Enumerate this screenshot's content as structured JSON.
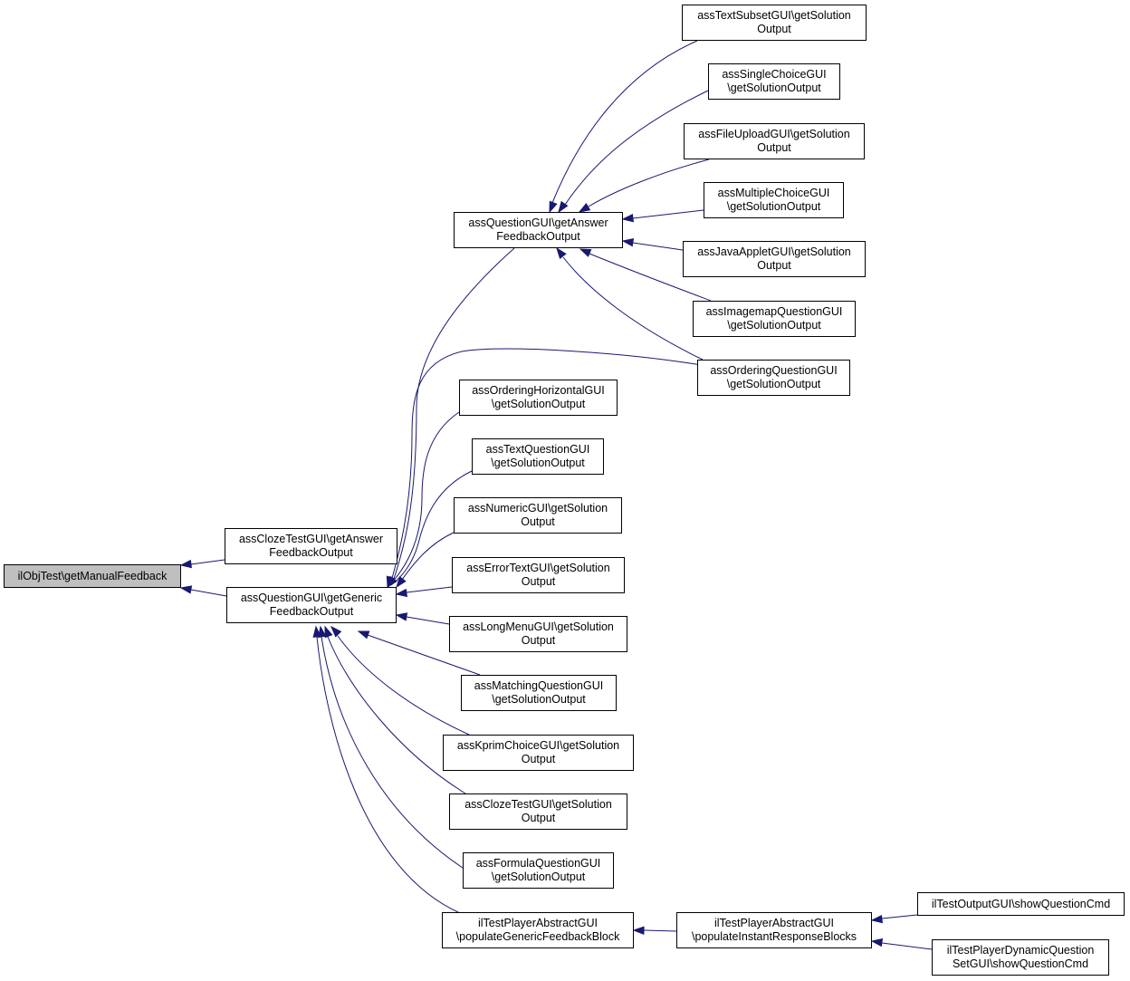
{
  "colors": {
    "edge": "#191970",
    "focus_fill": "#bfbfbf",
    "border": "#000000"
  },
  "nodes": {
    "root": {
      "lines": [
        "ilObjTest\\getManualFeedback"
      ]
    },
    "cloze_answer": {
      "lines": [
        "assClozeTestGUI\\getAnswer",
        "FeedbackOutput"
      ]
    },
    "generic": {
      "lines": [
        "assQuestionGUI\\getGeneric",
        "FeedbackOutput"
      ]
    },
    "answer": {
      "lines": [
        "assQuestionGUI\\getAnswer",
        "FeedbackOutput"
      ]
    },
    "text_subset": {
      "lines": [
        "assTextSubsetGUI\\getSolution",
        "Output"
      ]
    },
    "single_choice": {
      "lines": [
        "assSingleChoiceGUI",
        "\\getSolutionOutput"
      ]
    },
    "file_upload": {
      "lines": [
        "assFileUploadGUI\\getSolution",
        "Output"
      ]
    },
    "multiple_choice": {
      "lines": [
        "assMultipleChoiceGUI",
        "\\getSolutionOutput"
      ]
    },
    "java_applet": {
      "lines": [
        "assJavaAppletGUI\\getSolution",
        "Output"
      ]
    },
    "imagemap": {
      "lines": [
        "assImagemapQuestionGUI",
        "\\getSolutionOutput"
      ]
    },
    "ordering_question": {
      "lines": [
        "assOrderingQuestionGUI",
        "\\getSolutionOutput"
      ]
    },
    "ordering_horizontal": {
      "lines": [
        "assOrderingHorizontalGUI",
        "\\getSolutionOutput"
      ]
    },
    "text_question": {
      "lines": [
        "assTextQuestionGUI",
        "\\getSolutionOutput"
      ]
    },
    "numeric": {
      "lines": [
        "assNumericGUI\\getSolution",
        "Output"
      ]
    },
    "error_text": {
      "lines": [
        "assErrorTextGUI\\getSolution",
        "Output"
      ]
    },
    "long_menu": {
      "lines": [
        "assLongMenuGUI\\getSolution",
        "Output"
      ]
    },
    "matching": {
      "lines": [
        "assMatchingQuestionGUI",
        "\\getSolutionOutput"
      ]
    },
    "kprim": {
      "lines": [
        "assKprimChoiceGUI\\getSolution",
        "Output"
      ]
    },
    "cloze_solution": {
      "lines": [
        "assClozeTestGUI\\getSolution",
        "Output"
      ]
    },
    "formula": {
      "lines": [
        "assFormulaQuestionGUI",
        "\\getSolutionOutput"
      ]
    },
    "populate_generic": {
      "lines": [
        "ilTestPlayerAbstractGUI",
        "\\populateGenericFeedbackBlock"
      ]
    },
    "populate_instant": {
      "lines": [
        "ilTestPlayerAbstractGUI",
        "\\populateInstantResponseBlocks"
      ]
    },
    "output_show": {
      "lines": [
        "ilTestOutputGUI\\showQuestionCmd"
      ]
    },
    "dynamic_show": {
      "lines": [
        "ilTestPlayerDynamicQuestion",
        "SetGUI\\showQuestionCmd"
      ]
    }
  }
}
